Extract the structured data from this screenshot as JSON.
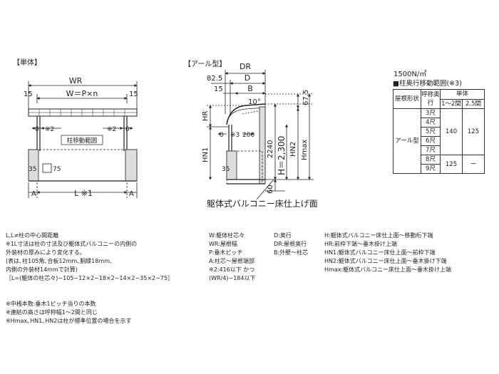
{
  "section_single": "【単体】",
  "section_arch": "【アール型】",
  "single": {
    "wr": "WR",
    "w_formula": "W＝P×n",
    "dim_15_left": "15",
    "dim_15_right": "15",
    "left_zero": "0",
    "left_note": "※2",
    "right_note": "※2",
    "right_zero": "0",
    "post_range": "柱移動範囲",
    "dim_35": "35",
    "dim_75": "75",
    "marker_a_left": "A",
    "marker_a_right": "A",
    "l_label": "L ※1"
  },
  "arch": {
    "dr": "DR",
    "d": "D",
    "b": "B",
    "dim_82_5": "82.5",
    "dim_15": "15",
    "dim_67_5": "67.5",
    "angle": "10°",
    "hr": "HR",
    "hn1": "HN1",
    "zero": "0",
    "note3": "※3",
    "dim_200": "200",
    "dim_35": "35",
    "dim_2240": "2240",
    "h_formula": "H＝2,300",
    "hn2": "HN2",
    "hmax": "Hmax",
    "dim_60": "60",
    "floor_label": "躯体式バルコニー床仕上げ面"
  },
  "load": "1500N/㎡",
  "table": {
    "title": "■柱奥行移動範囲(※3)",
    "h_shape": "屋根形状",
    "h_depth": "呼称奥行",
    "h_single": "単体",
    "h_span1": "1〜2間",
    "h_span2": "2.5間",
    "type": "アール型",
    "depths": [
      "3尺",
      "4尺",
      "5尺",
      "6尺",
      "7尺",
      "8尺",
      "9尺"
    ],
    "v1_top": "140",
    "v2_top": "125",
    "v1_bot": "125",
    "v2_bot": "ー"
  },
  "notes": {
    "col1": [
      "L,L≠柱の中心間距離",
      "※1L寸法は柱の寸法及び躯体式バルコニーの内側の",
      "外装材の厚みにより変化する。",
      "(表は､柱105角､合板12mm､胴縁18mm､",
      "内側の外装材14mmで計算)",
      "［L=(躯体の柱芯々)−105−12×2−18×2−14×2−35×2−75］"
    ],
    "col1b": [
      "※中桟本数:垂木1ピッチ当りの本数",
      "※連結の高さは呼称幅1〜2間と同じ",
      "※Hmax､HN1､HN2は柱が標準位置の場合を示す"
    ],
    "col2": [
      "W:躯体柱芯々",
      "WR:屋根幅",
      "P:垂木ピッチ",
      "A:柱芯〜屋根端部",
      "※2:416以下 かつ",
      "(WR/4)−184以下"
    ],
    "col3": [
      "D:奥行",
      "DR:屋根奥行",
      "B:外壁〜柱芯"
    ],
    "col4": [
      "H:躯体式バルコニー床仕上面〜移動桁下端",
      "HR:前枠下端〜垂木掛け上端",
      "HN1:躯体式バルコニー床仕上面〜前枠下端",
      "HN2:躯体式バルコニー床仕上面〜垂木掛け下端",
      "Hmax:躯体式バルコニー床仕上面〜垂木掛け上端"
    ]
  }
}
